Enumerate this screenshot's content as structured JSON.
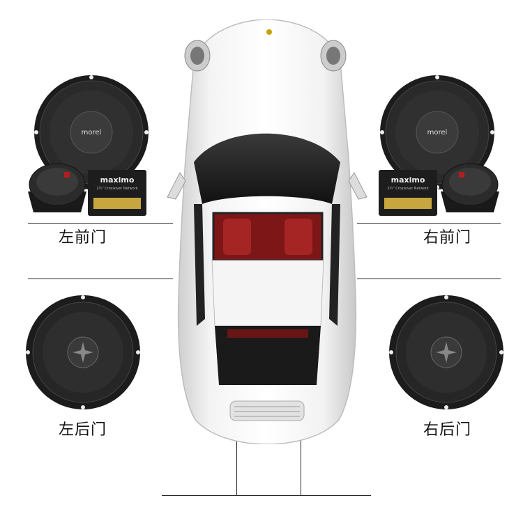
{
  "labels": {
    "front_left": "左前门",
    "front_right": "右前门",
    "rear_left": "左后门",
    "rear_right": "右后门"
  },
  "speaker_brand": "morel",
  "crossover_brand": "maximo",
  "crossover_text": "2½\" Crossover Network",
  "colors": {
    "speaker_body": "#1c1c1c",
    "car_body": "#eeeeee",
    "interior_red": "#8a1a1a"
  }
}
